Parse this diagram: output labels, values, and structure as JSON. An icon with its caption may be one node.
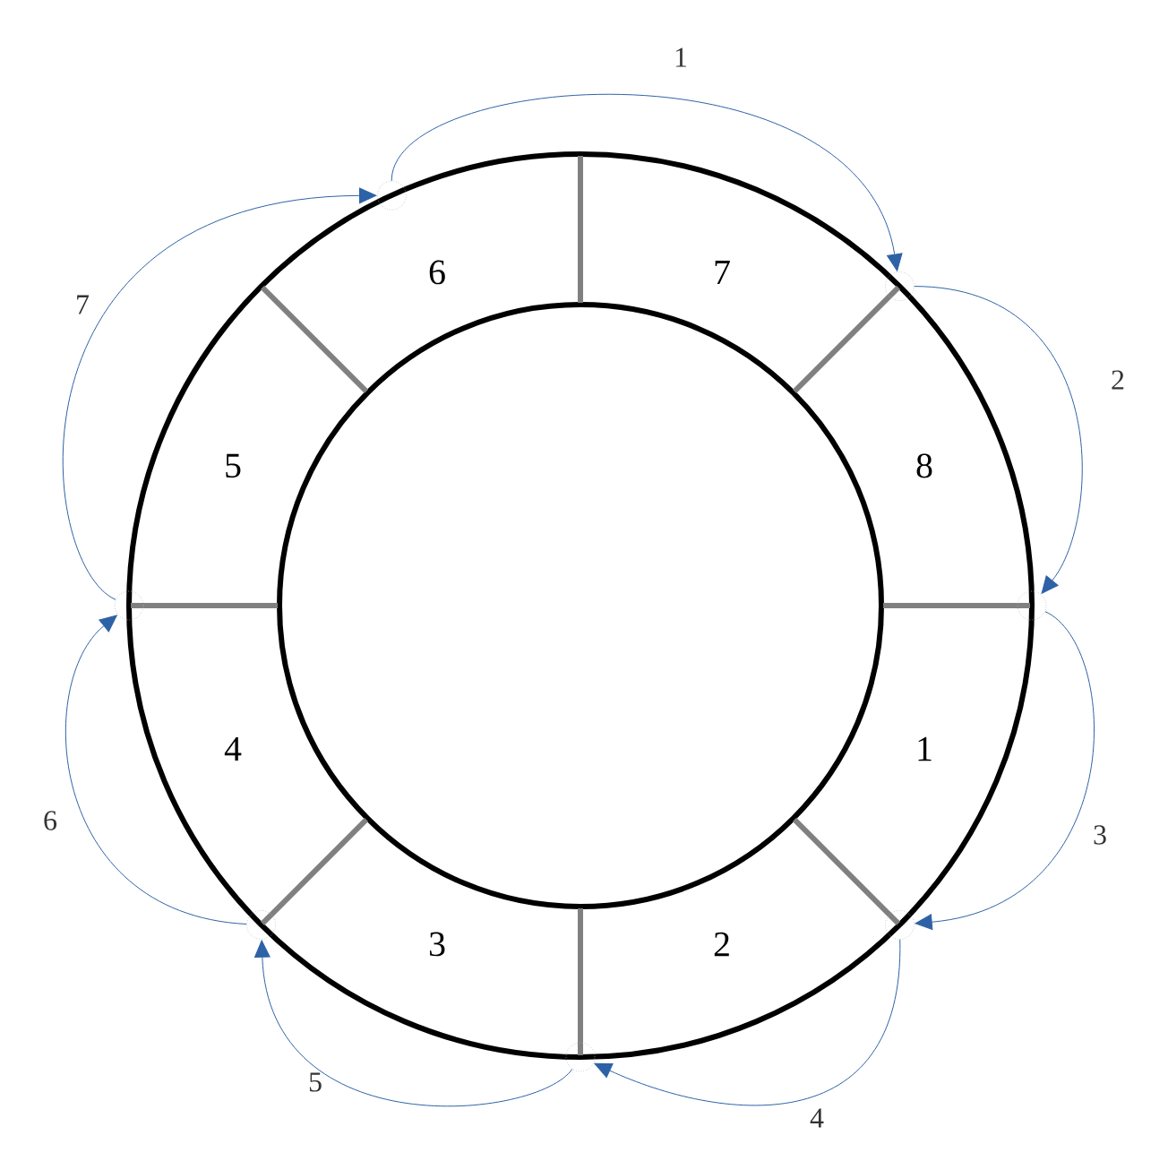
{
  "diagram": {
    "nodes": [
      {
        "text": [],
        "shape": "circle"
      },
      {
        "text": [],
        "shape": "circle"
      },
      {
        "text": [],
        "shape": "circle"
      },
      {
        "text": [],
        "shape": "circle"
      },
      {
        "text": [],
        "shape": "circle"
      },
      {
        "text": [],
        "shape": "circle"
      },
      {
        "text": [],
        "shape": "circle"
      }
    ],
    "edges": [
      {
        "from": 0,
        "to": 1,
        "arrow": "to",
        "label": "1"
      },
      {
        "from": 1,
        "to": 3,
        "arrow": "to",
        "label": "2"
      },
      {
        "from": 3,
        "to": 5,
        "arrow": "to",
        "label": "3"
      },
      {
        "from": 5,
        "to": 6,
        "arrow": "to",
        "label": "4"
      },
      {
        "from": 6,
        "to": 4,
        "arrow": "to",
        "label": "5"
      },
      {
        "from": 4,
        "to": 2,
        "arrow": "to",
        "label": "6"
      },
      {
        "from": 2,
        "to": 0,
        "arrow": "to",
        "label": "7"
      }
    ],
    "labels": [
      "6",
      "7",
      "5",
      "8",
      "4",
      "1",
      "3",
      "2"
    ]
  }
}
